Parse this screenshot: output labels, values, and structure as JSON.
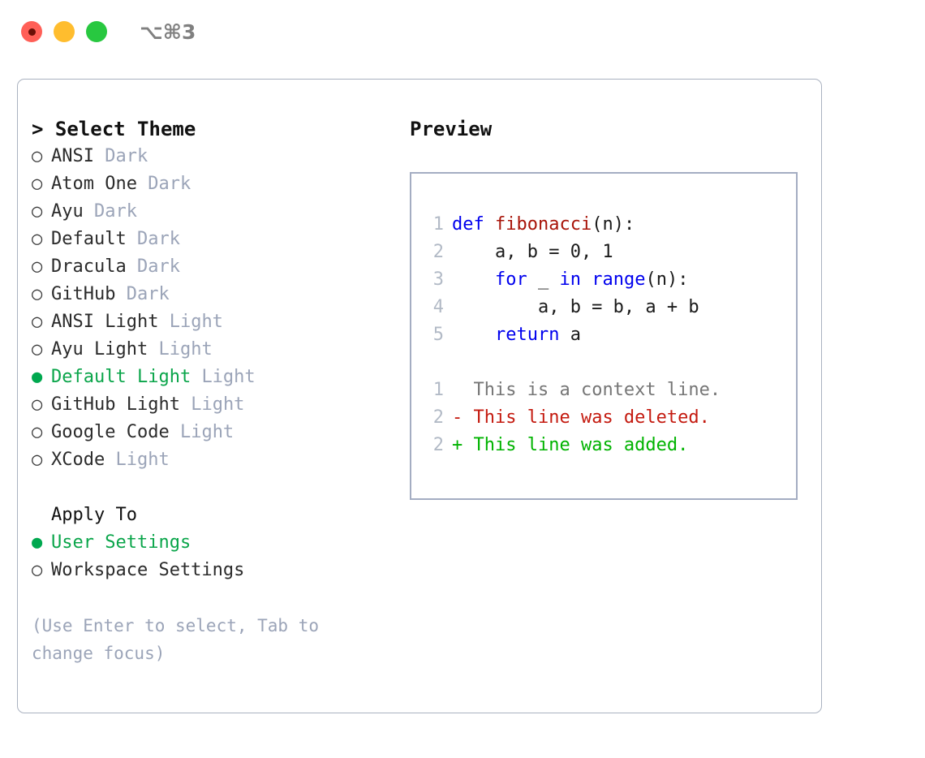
{
  "titlebar": {
    "shortcut": "⌥⌘3",
    "buttons": [
      {
        "name": "close",
        "color": "#ff5f57"
      },
      {
        "name": "minimize",
        "color": "#ffbd2e"
      },
      {
        "name": "zoom",
        "color": "#28c840"
      }
    ]
  },
  "left": {
    "heading": "> Select Theme",
    "themes": [
      {
        "bullet": "○",
        "name": "ANSI",
        "category": "Dark",
        "selected": false
      },
      {
        "bullet": "○",
        "name": "Atom One",
        "category": "Dark",
        "selected": false
      },
      {
        "bullet": "○",
        "name": "Ayu",
        "category": "Dark",
        "selected": false
      },
      {
        "bullet": "○",
        "name": "Default",
        "category": "Dark",
        "selected": false
      },
      {
        "bullet": "○",
        "name": "Dracula",
        "category": "Dark",
        "selected": false
      },
      {
        "bullet": "○",
        "name": "GitHub",
        "category": "Dark",
        "selected": false
      },
      {
        "bullet": "○",
        "name": "ANSI Light",
        "category": "Light",
        "selected": false
      },
      {
        "bullet": "○",
        "name": "Ayu Light",
        "category": "Light",
        "selected": false
      },
      {
        "bullet": "●",
        "name": "Default Light",
        "category": "Light",
        "selected": true
      },
      {
        "bullet": "○",
        "name": "GitHub Light",
        "category": "Light",
        "selected": false
      },
      {
        "bullet": "○",
        "name": "Google Code",
        "category": "Light",
        "selected": false
      },
      {
        "bullet": "○",
        "name": "XCode",
        "category": "Light",
        "selected": false
      }
    ],
    "apply_to": {
      "heading": "Apply To",
      "options": [
        {
          "bullet": "●",
          "label": "User Settings",
          "selected": true
        },
        {
          "bullet": "○",
          "label": "Workspace Settings",
          "selected": false
        }
      ]
    },
    "hint": "(Use Enter to select, Tab to change focus)"
  },
  "right": {
    "heading": "Preview",
    "code": [
      {
        "num": "1",
        "tokens": [
          {
            "t": "def ",
            "c": "kw"
          },
          {
            "t": "fibonacci",
            "c": "fn"
          },
          {
            "t": "(n):",
            "c": "plain"
          }
        ]
      },
      {
        "num": "2",
        "tokens": [
          {
            "t": "    a, b = 0, 1",
            "c": "plain"
          }
        ]
      },
      {
        "num": "3",
        "tokens": [
          {
            "t": "    ",
            "c": "plain"
          },
          {
            "t": "for",
            "c": "kw"
          },
          {
            "t": " _ ",
            "c": "plain"
          },
          {
            "t": "in",
            "c": "kw"
          },
          {
            "t": " ",
            "c": "plain"
          },
          {
            "t": "range",
            "c": "kw"
          },
          {
            "t": "(n):",
            "c": "plain"
          }
        ]
      },
      {
        "num": "4",
        "tokens": [
          {
            "t": "        a, b = b, a + b",
            "c": "plain"
          }
        ]
      },
      {
        "num": "5",
        "tokens": [
          {
            "t": "    ",
            "c": "plain"
          },
          {
            "t": "return",
            "c": "kw"
          },
          {
            "t": " a",
            "c": "plain"
          }
        ]
      }
    ],
    "diff": [
      {
        "num": "1",
        "marker": "  ",
        "text": "This is a context line.",
        "kind": "ctx"
      },
      {
        "num": "2",
        "marker": "- ",
        "text": "This line was deleted.",
        "kind": "del"
      },
      {
        "num": "2",
        "marker": "+ ",
        "text": "This line was added.",
        "kind": "add"
      }
    ]
  },
  "colors": {
    "accent_green": "#0aa54a",
    "muted": "#9ba4b8",
    "keyword_blue": "#0000ee",
    "function_red": "#a81409",
    "diff_deleted": "#c41a0f",
    "diff_added": "#00b300",
    "border": "#a4adc2"
  }
}
